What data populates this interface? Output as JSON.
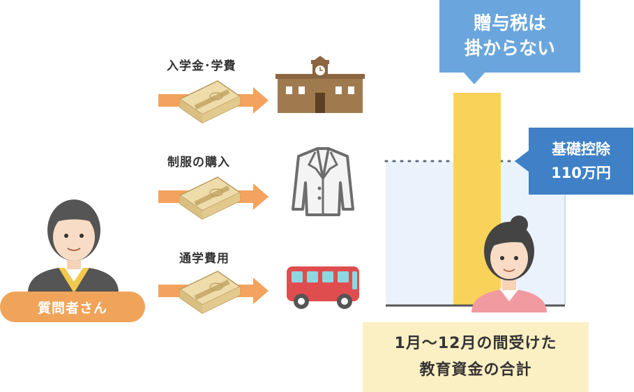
{
  "items": [
    {
      "label": "入学金･学費",
      "icon": "school-building-icon"
    },
    {
      "label": "制服の購入",
      "icon": "blazer-jacket-icon"
    },
    {
      "label": "通学費用",
      "icon": "bus-icon"
    }
  ],
  "person_label": "質問者さん",
  "callout_top": {
    "line1": "贈与税は",
    "line2": "掛からない"
  },
  "callout_right": {
    "line1": "基礎控除",
    "line2": "110万円"
  },
  "bottom_box": {
    "line1": "1月～12月の間受けた",
    "line2": "教育資金の合計"
  },
  "colors": {
    "arrow": "#f3a35d",
    "money": "#e6cf98",
    "school": "#a07a4f",
    "bus": "#e04d4f",
    "bar": "#f9d25a",
    "limit_area": "#eaf3fb",
    "callout_top": "#6aa6dd",
    "callout_right": "#3f80c6",
    "pill": "#f0a45a",
    "bottom_box": "#fbefc4"
  }
}
